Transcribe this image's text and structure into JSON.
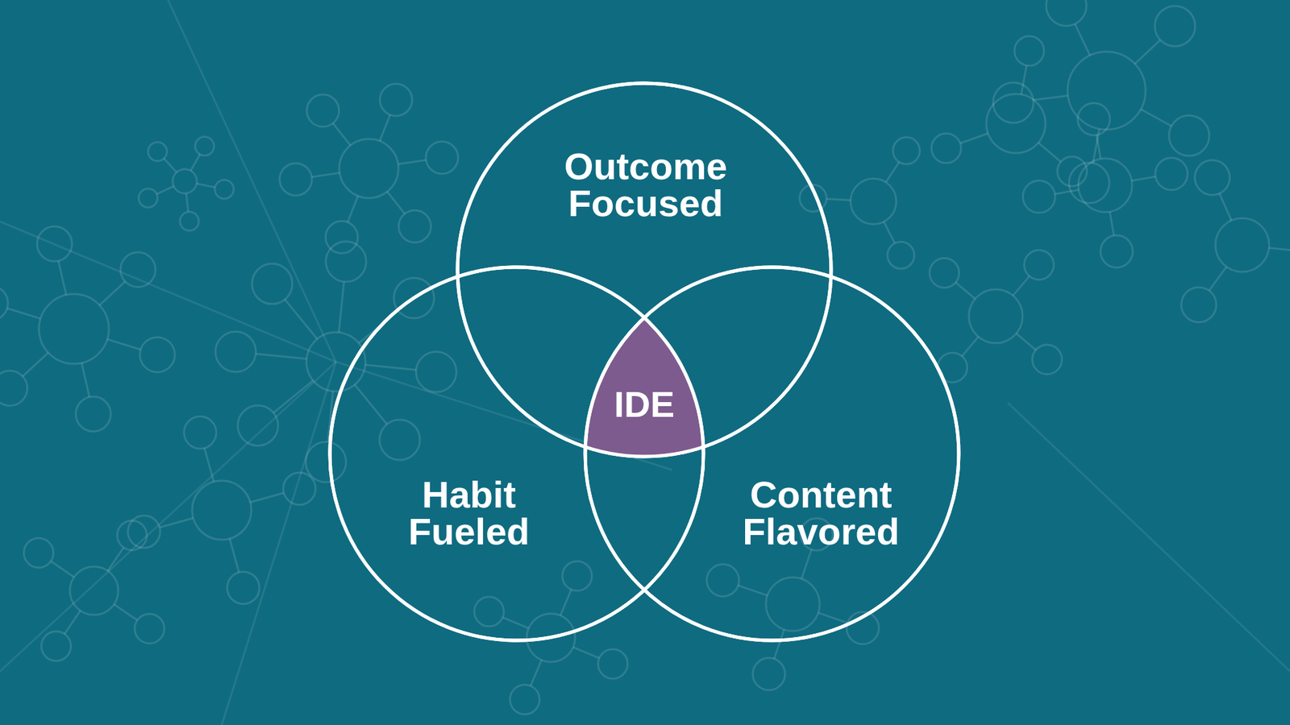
{
  "diagram": {
    "nodes": [
      {
        "text": [
          "Outcome Focused"
        ]
      },
      {
        "text": [
          "IDE"
        ]
      },
      {
        "text": [
          "Habit Fueled"
        ]
      },
      {
        "text": [
          "Content Flavored"
        ]
      }
    ]
  }
}
